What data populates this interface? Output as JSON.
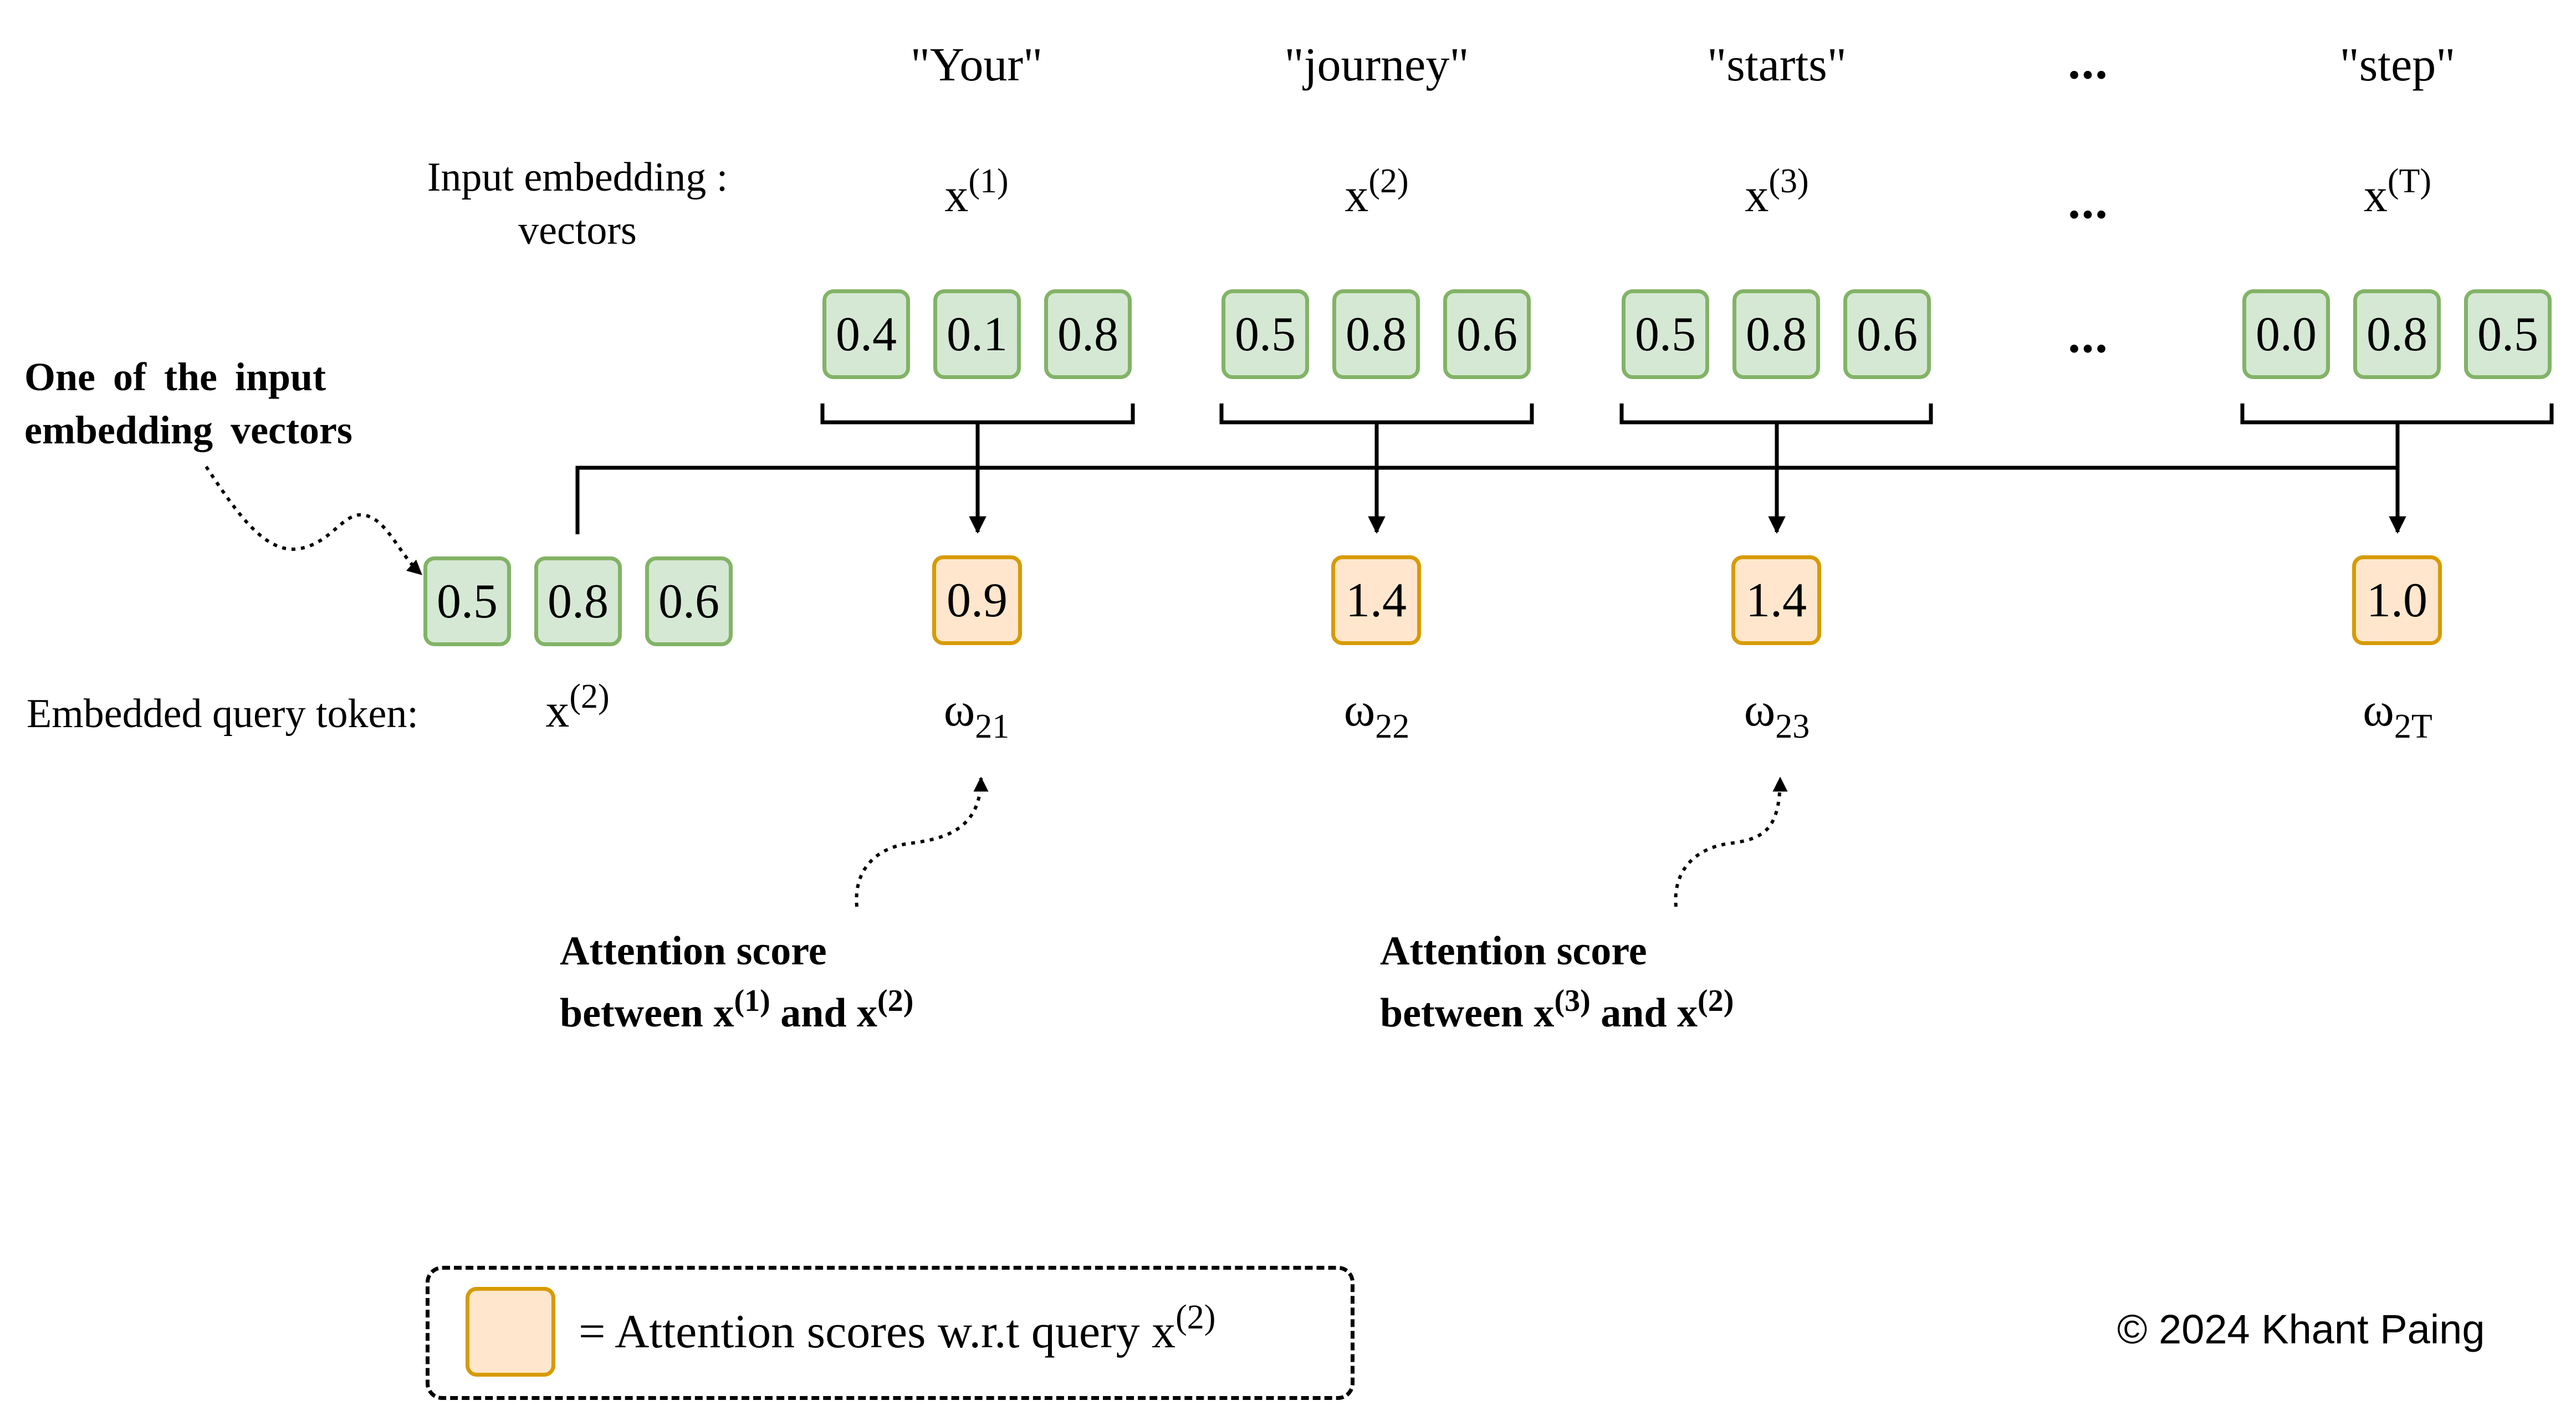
{
  "tokens": [
    "\"Your\"",
    "\"journey\"",
    "\"starts\"",
    "...",
    "\"step\""
  ],
  "input_label_line1": "Input embedding :",
  "input_label_line2": "vectors",
  "input_vectors": [
    {
      "symbol": "x",
      "sup": "(1)",
      "values": [
        "0.4",
        "0.1",
        "0.8"
      ]
    },
    {
      "symbol": "x",
      "sup": "(2)",
      "values": [
        "0.5",
        "0.8",
        "0.6"
      ]
    },
    {
      "symbol": "x",
      "sup": "(3)",
      "values": [
        "0.5",
        "0.8",
        "0.6"
      ]
    },
    {
      "symbol": "x",
      "sup": "(T)",
      "values": [
        "0.0",
        "0.8",
        "0.5"
      ]
    }
  ],
  "ellipsis": "...",
  "callout_query": {
    "line1": "One of the input",
    "line2": "embedding vectors"
  },
  "query_label": "Embedded query token:",
  "query_vector": {
    "symbol": "x",
    "sup": "(2)",
    "values": [
      "0.5",
      "0.8",
      "0.6"
    ]
  },
  "scores": [
    {
      "value": "0.9",
      "omega": "ω",
      "sub": "21"
    },
    {
      "value": "1.4",
      "omega": "ω",
      "sub": "22"
    },
    {
      "value": "1.4",
      "omega": "ω",
      "sub": "23"
    },
    {
      "value": "1.0",
      "omega": "ω",
      "sub": "2T"
    }
  ],
  "annotations": [
    {
      "line1": "Attention score",
      "pre": "between x",
      "sup_a": "(1)",
      "mid": " and x",
      "sup_b": "(2)"
    },
    {
      "line1": "Attention score",
      "pre": "between x",
      "sup_a": "(3)",
      "mid": " and x",
      "sup_b": "(2)"
    }
  ],
  "legend": {
    "text": "= Attention scores w.r.t query x",
    "sup": "(2)"
  },
  "copyright": "© 2024 Khant Paing",
  "colors": {
    "vector_fill": "#d5e8d4",
    "vector_border": "#82b366",
    "score_fill": "#ffe6cc",
    "score_border": "#d79b00"
  }
}
